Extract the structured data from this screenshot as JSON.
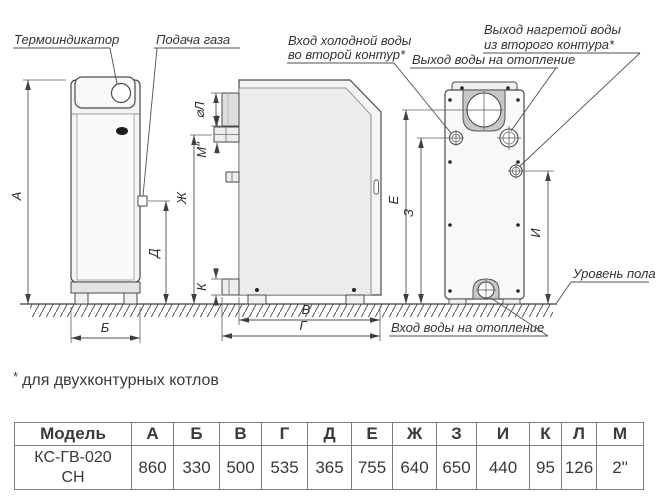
{
  "diagram": {
    "callouts": {
      "thermo": "Термоиндикатор",
      "gas": "Подача газа",
      "cold_in_line1": "Вход холодной воды",
      "cold_in_line2": "во второй контур*",
      "hot_out_line1": "Выход нагретой воды",
      "hot_out_line2": "из второго контура*",
      "heat_out": "Выход воды на отопление",
      "heat_in": "Вход воды на отопление",
      "floor_level": "Уровень пола"
    },
    "dims": {
      "a": "А",
      "b": "Б",
      "v": "В",
      "g": "Г",
      "d": "Д",
      "e": "Е",
      "zh": "Ж",
      "z": "З",
      "i": "И",
      "k": "К",
      "l": "⌀Л",
      "m": "М\""
    }
  },
  "note": {
    "star": "*",
    "text": "для двухконтурных котлов"
  },
  "table": {
    "headers": [
      "Модель",
      "А",
      "Б",
      "В",
      "Г",
      "Д",
      "Е",
      "Ж",
      "З",
      "И",
      "К",
      "Л",
      "М"
    ],
    "row": {
      "model_line1": "КС-ГВ-020",
      "model_line2": "СН",
      "values": [
        "860",
        "330",
        "500",
        "535",
        "365",
        "755",
        "640",
        "650",
        "440",
        "95",
        "126",
        "2\""
      ]
    }
  }
}
